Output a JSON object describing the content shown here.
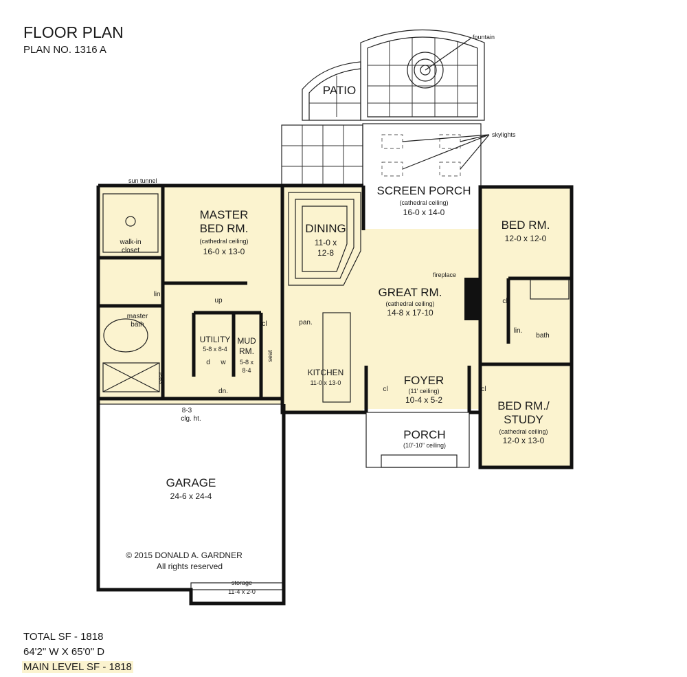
{
  "header": {
    "title": "FLOOR PLAN",
    "plan_no": "PLAN NO. 1316 A"
  },
  "footer": {
    "total": "TOTAL SF - 1818",
    "dims": "64'2\" W X 65'0\" D",
    "main": "MAIN LEVEL SF - 1818"
  },
  "colors": {
    "room_fill": "#fbf3cf",
    "wall": "#111111",
    "highlight": "#fbf3cf"
  },
  "callouts": {
    "fountain": "fountain",
    "skylights": "skylights",
    "sun_tunnel": "sun tunnel",
    "fireplace": "fireplace"
  },
  "rooms": {
    "patio": {
      "name": "PATIO"
    },
    "screen_porch": {
      "name": "SCREEN PORCH",
      "note": "(cathedral ceiling)",
      "size": "16-0 x 14-0"
    },
    "master_bed": {
      "name1": "MASTER",
      "name2": "BED RM.",
      "note": "(cathedral ceiling)",
      "size": "16-0 x 13-0"
    },
    "walk_in": {
      "name1": "walk-in",
      "name2": "closet"
    },
    "master_bath": {
      "name1": "master",
      "name2": "bath",
      "lin": "lin.",
      "seat": "seat"
    },
    "dining": {
      "name": "DINING",
      "size1": "11-0 x",
      "size2": "12-8"
    },
    "great": {
      "name": "GREAT RM.",
      "note": "(cathedral ceiling)",
      "size": "14-8 x 17-10"
    },
    "bed2": {
      "name": "BED RM.",
      "size": "12-0 x 12-0"
    },
    "bath2": {
      "cl": "cl",
      "lin": "lin.",
      "bath": "bath"
    },
    "utility": {
      "name": "UTILITY",
      "size": "5-8 x 8-4",
      "d": "d",
      "w": "w"
    },
    "mud": {
      "name1": "MUD",
      "name2": "RM.",
      "size1": "5-8 x",
      "size2": "8-4",
      "cl": "cl",
      "seat": "seat"
    },
    "stairs": {
      "up": "up",
      "dn": "dn.",
      "clg1": "8-3",
      "clg2": "clg. ht."
    },
    "kitchen": {
      "name": "KITCHEN",
      "size": "11-0 x 13-0",
      "pan": "pan."
    },
    "foyer": {
      "name": "FOYER",
      "note": "(11' ceiling)",
      "size": "10-4 x 5-2",
      "cl": "cl"
    },
    "study": {
      "name1": "BED RM./",
      "name2": "STUDY",
      "note": "(cathedral ceiling)",
      "size": "12-0 x 13-0",
      "cl": "cl"
    },
    "porch": {
      "name": "PORCH",
      "note": "(10'-10\" ceiling)"
    },
    "garage": {
      "name": "GARAGE",
      "size": "24-6 x 24-4",
      "copyright": "© 2015 DONALD A. GARDNER",
      "rights": "All rights reserved"
    },
    "storage": {
      "name": "storage",
      "size": "11-4 x 2-0"
    }
  }
}
